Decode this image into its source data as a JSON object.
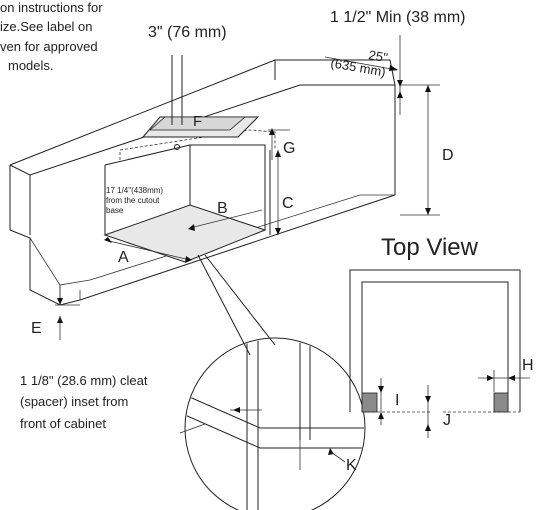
{
  "notes": {
    "instructions_line1": "on instructions for",
    "instructions_line2": "ize.See label on",
    "instructions_line3": "ven for approved",
    "instructions_line4": "models.",
    "cleat_line1": "1 1/8\" (28.6 mm) cleat",
    "cleat_line2": "(spacer) inset from",
    "cleat_line3": "front of cabinet",
    "base_line1": "17 1/4\"(438mm)",
    "base_line2": "from the cutout",
    "base_line3": "base"
  },
  "dimensions": {
    "vent_width": "3\" (76 mm)",
    "min_clearance": "1 1/2\" Min (38 mm)",
    "depth_in": "25\"",
    "depth_mm": "(635 mm)"
  },
  "letters": {
    "A": "A",
    "B": "B",
    "C": "C",
    "D": "D",
    "E": "E",
    "F": "F",
    "G": "G",
    "H": "H",
    "I": "I",
    "J": "J",
    "K": "K"
  },
  "top_view": {
    "title": "Top View"
  }
}
